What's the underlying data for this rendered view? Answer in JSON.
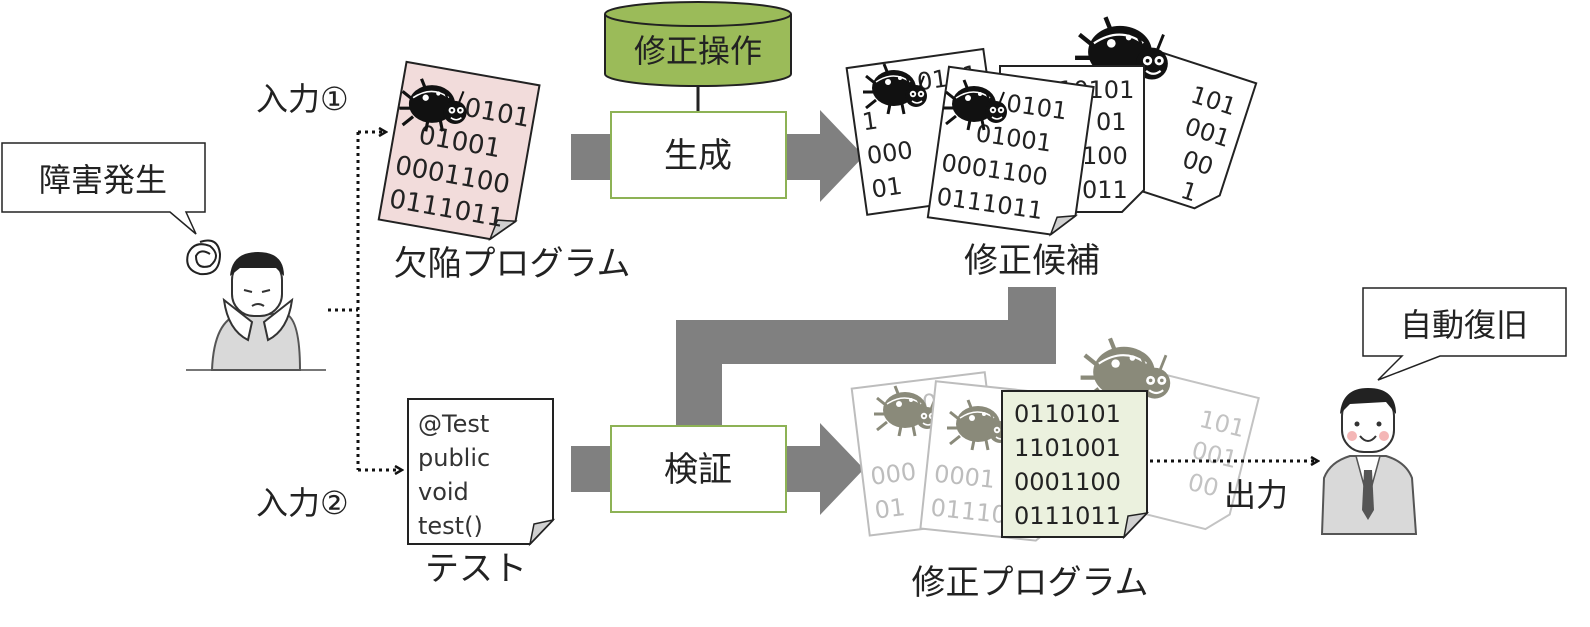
{
  "labels": {
    "incident": "障害発生",
    "input1": "入力①",
    "input2": "入力②",
    "buggy_program": "欠陥プログラム",
    "test": "テスト",
    "repair_ops": "修正操作",
    "generate": "生成",
    "verify": "検証",
    "candidates": "修正候補",
    "fixed_program": "修正プログラム",
    "auto_recovery": "自動復旧",
    "output": "出力"
  },
  "buggy_code": {
    "line1": "0101",
    "line2": "01001",
    "line3": "0001100",
    "line4": "0111011"
  },
  "test_code": {
    "line1": "@Test",
    "line2": "public",
    "line3": "void",
    "line4": "test()"
  },
  "candidate_front": {
    "line1": "0101",
    "line2": "01001",
    "line3": "0001100",
    "line4": "0111011"
  },
  "candidate_back1": {
    "line1": "0101",
    "line2": "1",
    "line3": "000",
    "line4": "01"
  },
  "candidate_back2": {
    "line1": "10101",
    "line2": "01",
    "line3": "100",
    "line4": "011"
  },
  "candidate_back3": {
    "line1": "101",
    "line2": "001",
    "line3": "00",
    "line4": "1"
  },
  "fixed_code": {
    "line1": "0110101",
    "line2": "1101001",
    "line3": "0001100",
    "line4": "0111011"
  },
  "colors": {
    "arrow_gray": "#808080",
    "box_green_border": "#8db255",
    "cylinder_green": "#9bbb59",
    "buggy_pink": "#f2dcdb",
    "fixed_green": "#ebf1de",
    "bug_black": "#111111",
    "faded_gray": "#bdbdbd"
  }
}
